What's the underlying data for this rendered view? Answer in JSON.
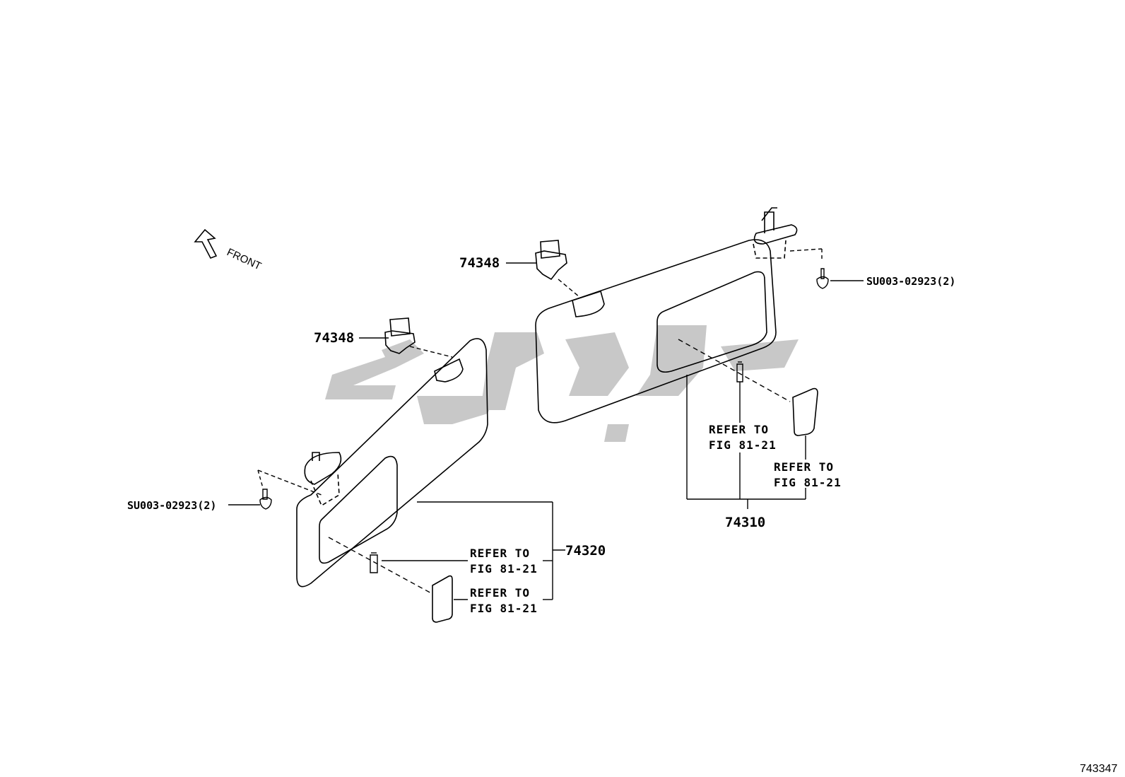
{
  "diagram": {
    "orientation_label": "FRONT",
    "figure_id": "743347",
    "watermark_color": "#c8c8c8",
    "line_color": "#000000",
    "parts": {
      "holder_right": "74348",
      "holder_left": "74348",
      "screw_right": "SU003-02923(2)",
      "screw_left": "SU003-02923(2)",
      "visor_right": "74310",
      "visor_left": "74320"
    },
    "refs": {
      "right_lamp": [
        "REFER TO",
        "FIG 81-21"
      ],
      "right_mirror": [
        "REFER TO",
        "FIG 81-21"
      ],
      "left_lamp": [
        "REFER TO",
        "FIG 81-21"
      ],
      "left_mirror": [
        "REFER TO",
        "FIG 81-21"
      ]
    }
  }
}
